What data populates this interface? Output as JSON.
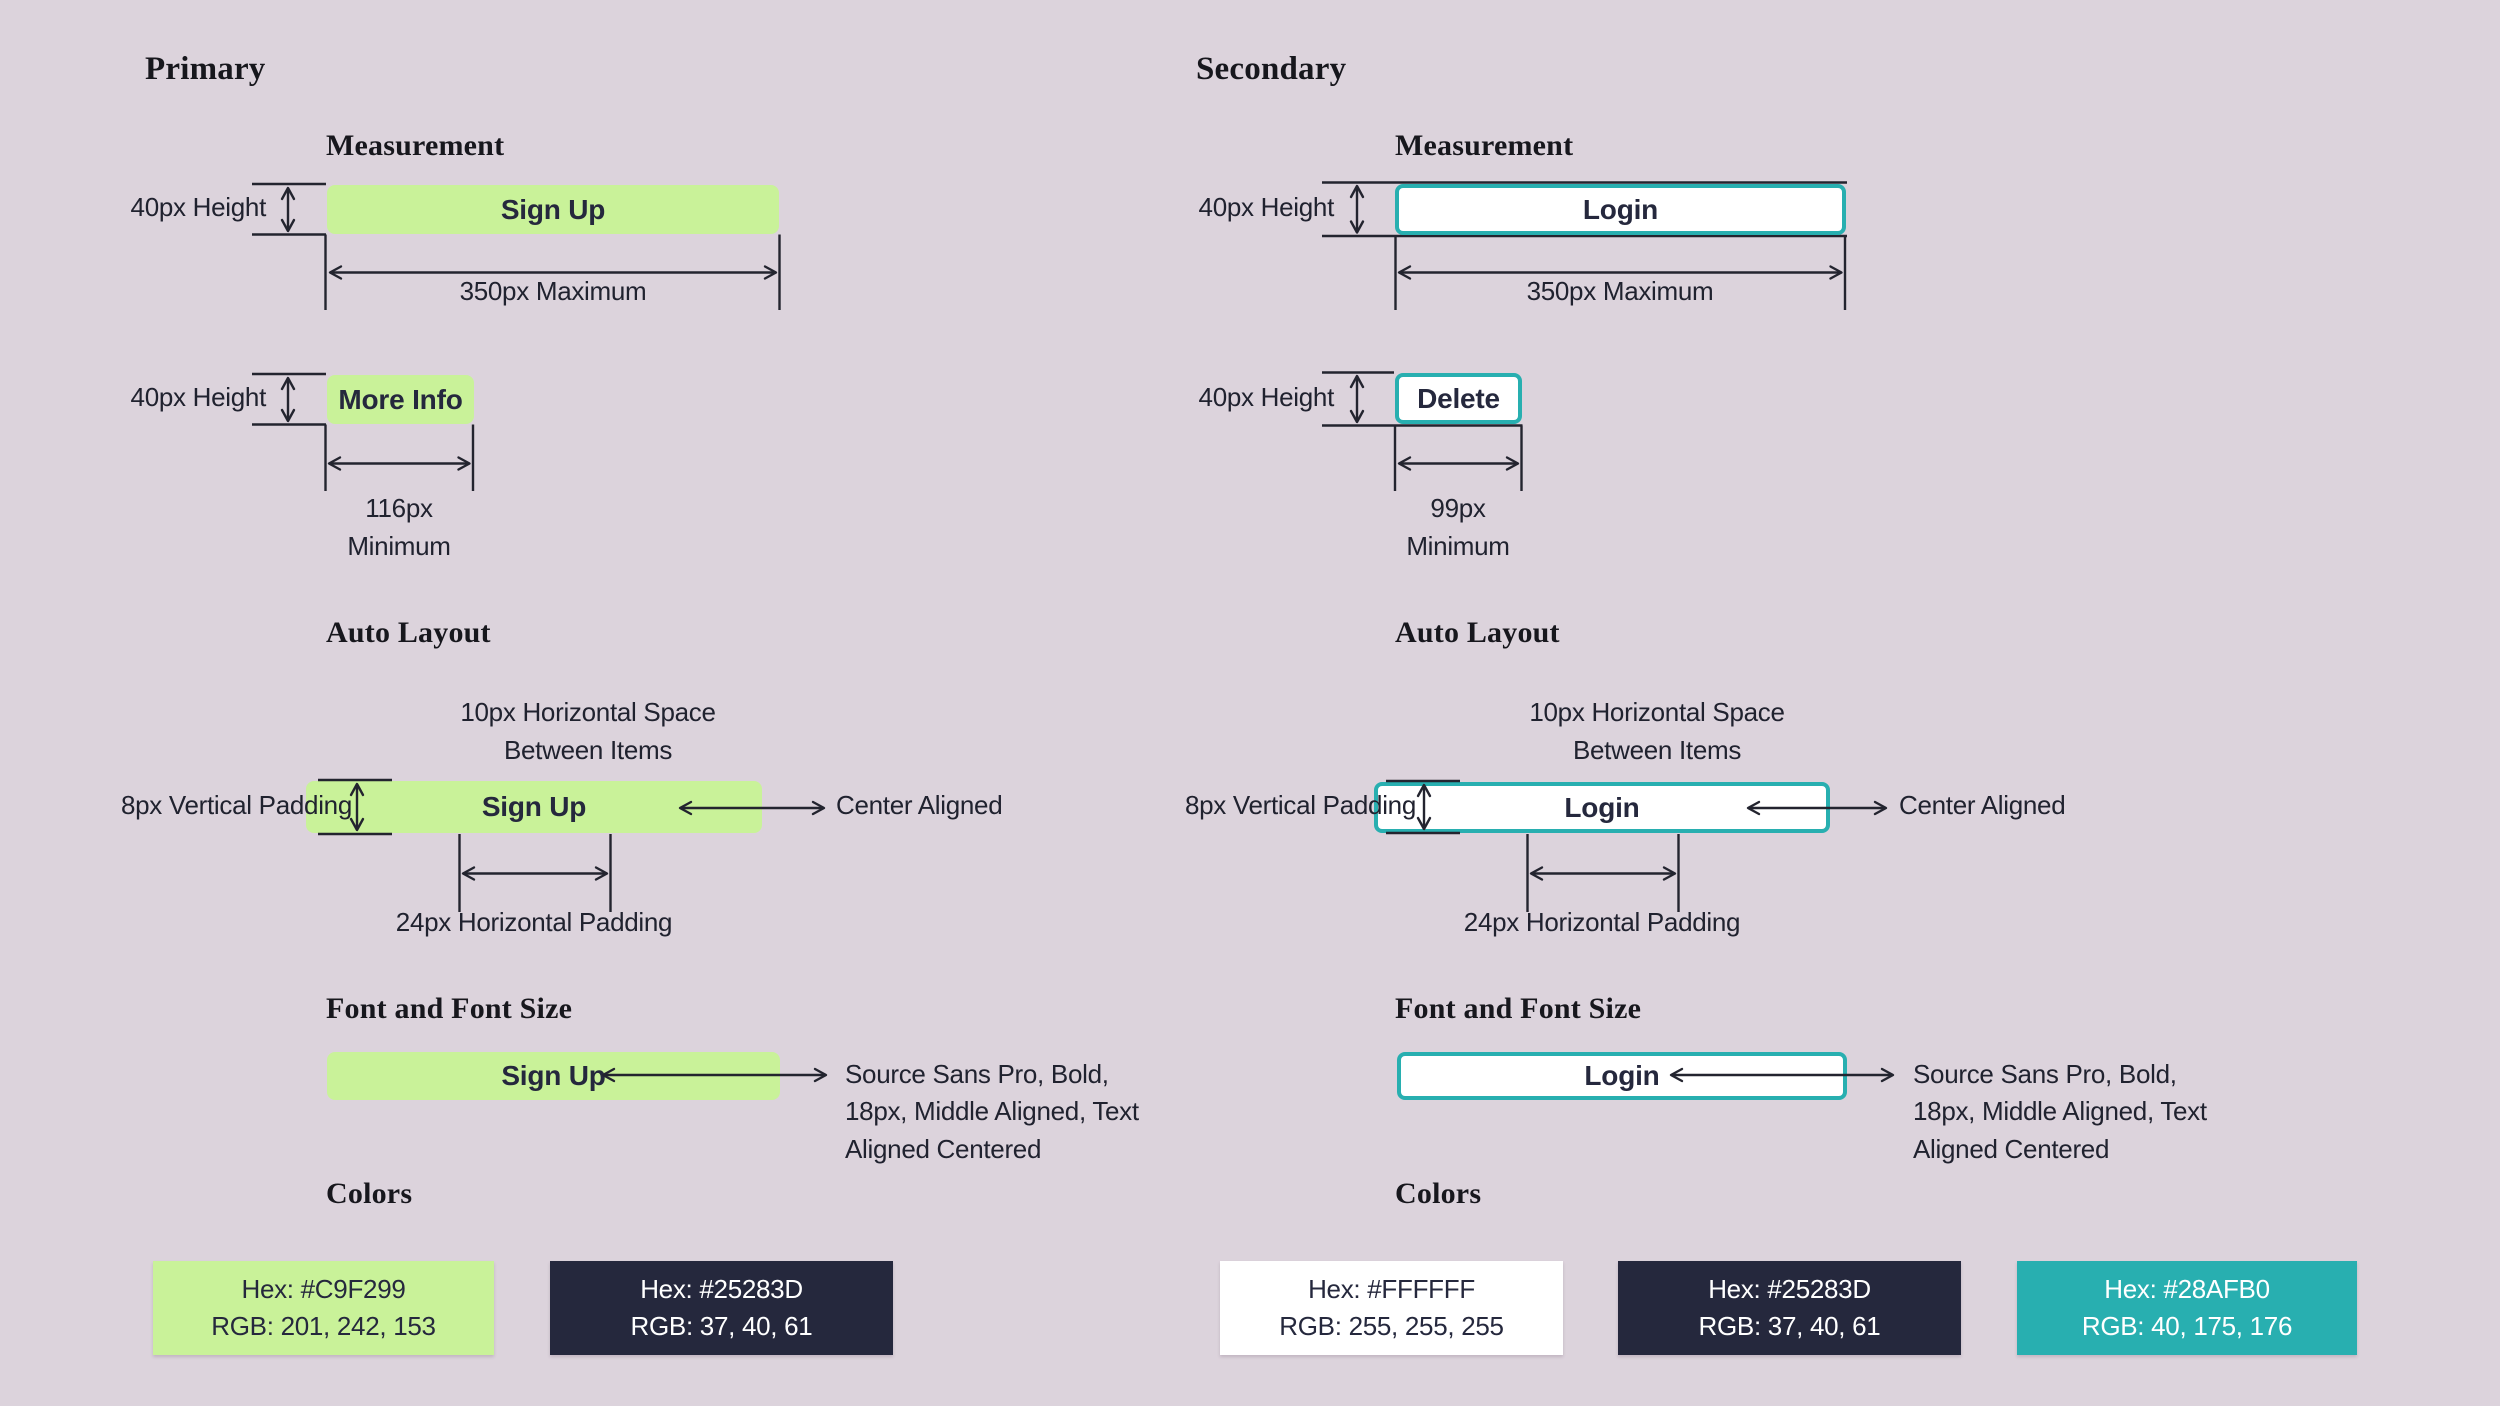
{
  "palette": {
    "background": "#DCD3DC",
    "green": "#C9F299",
    "dark": "#25283D",
    "teal": "#28AFB0",
    "white": "#FFFFFF"
  },
  "primary": {
    "title": "Primary",
    "measurement": {
      "heading": "Measurement",
      "height_label_1": "40px Height",
      "button_large": "Sign Up",
      "max_width_label": "350px Maximum",
      "height_label_2": "40px Height",
      "button_small": "More Info",
      "min_width_value": "116px",
      "min_width_label": "Minimum"
    },
    "auto_layout": {
      "heading": "Auto Layout",
      "space_label_line1": "10px Horizontal Space",
      "space_label_line2": "Between Items",
      "vertical_padding_label": "8px Vertical Padding",
      "button": "Sign Up",
      "center_label": "Center Aligned",
      "horizontal_padding_label": "24px Horizontal Padding"
    },
    "font": {
      "heading": "Font and Font Size",
      "button": "Sign Up",
      "spec_line1": "Source Sans Pro, Bold,",
      "spec_line2": "18px, Middle Aligned, Text",
      "spec_line3": "Aligned Centered"
    },
    "colors": {
      "heading": "Colors",
      "swatches": [
        {
          "hex": "Hex: #C9F299",
          "rgb": "RGB: 201, 242, 153",
          "bg": "#C9F299",
          "fg": "#25283D"
        },
        {
          "hex": "Hex: #25283D",
          "rgb": "RGB: 37, 40, 61",
          "bg": "#25283D",
          "fg": "#FFFFFF"
        }
      ]
    }
  },
  "secondary": {
    "title": "Secondary",
    "measurement": {
      "heading": "Measurement",
      "height_label_1": "40px Height",
      "button_large": "Login",
      "max_width_label": "350px Maximum",
      "height_label_2": "40px Height",
      "button_small": "Delete",
      "min_width_value": "99px",
      "min_width_label": "Minimum"
    },
    "auto_layout": {
      "heading": "Auto Layout",
      "space_label_line1": "10px Horizontal Space",
      "space_label_line2": "Between Items",
      "vertical_padding_label": "8px Vertical Padding",
      "button": "Login",
      "center_label": "Center Aligned",
      "horizontal_padding_label": "24px Horizontal Padding"
    },
    "font": {
      "heading": "Font and Font Size",
      "button": "Login",
      "spec_line1": "Source Sans Pro, Bold,",
      "spec_line2": "18px, Middle Aligned, Text",
      "spec_line3": "Aligned Centered"
    },
    "colors": {
      "heading": "Colors",
      "swatches": [
        {
          "hex": "Hex: #FFFFFF",
          "rgb": "RGB: 255, 255, 255",
          "bg": "#FFFFFF",
          "fg": "#25283D"
        },
        {
          "hex": "Hex: #25283D",
          "rgb": "RGB: 37, 40, 61",
          "bg": "#25283D",
          "fg": "#FFFFFF"
        },
        {
          "hex": "Hex: #28AFB0",
          "rgb": "RGB: 40, 175, 176",
          "bg": "#28AFB0",
          "fg": "#FFFFFF"
        }
      ]
    }
  }
}
